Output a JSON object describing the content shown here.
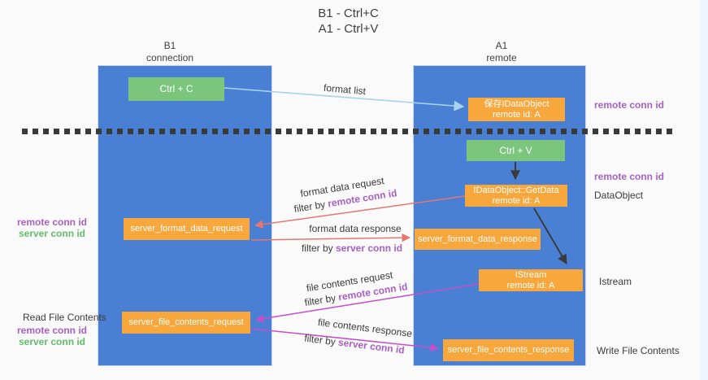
{
  "title": {
    "line1": "B1 - Ctrl+C",
    "line2": "A1 - Ctrl+V"
  },
  "lanes": {
    "left": {
      "name": "B1",
      "role": "connection"
    },
    "right": {
      "name": "A1",
      "role": "remote"
    }
  },
  "nodes": {
    "ctrl_c": {
      "label": "Ctrl + C"
    },
    "save_idataobject": {
      "line1": "保存IDataObject",
      "line2": "remote id: A"
    },
    "ctrl_v": {
      "label": "Ctrl + V"
    },
    "getdata": {
      "line1": "IDataObject::GetData",
      "line2": "remote id: A"
    },
    "format_request": {
      "label": "server_format_data_request"
    },
    "format_response": {
      "label": "server_format_data_response"
    },
    "istream": {
      "line1": "IStream",
      "line2": "remote id: A"
    },
    "file_request": {
      "label": "server_file_contents_request"
    },
    "file_response": {
      "label": "server_file_contents_response"
    }
  },
  "arrow_labels": {
    "format_list": "format list",
    "format_data_request": "format data request",
    "format_data_response": "format data response",
    "file_contents_request": "file contents request",
    "file_contents_response": "file contents response",
    "filter_by": "filter by ",
    "remote_conn_id": "remote conn id",
    "server_conn_id": "server conn id"
  },
  "side_labels": {
    "remote_conn_id": "remote conn id",
    "server_conn_id": "server conn id",
    "dataobject": "DataObject",
    "istream": "Istream",
    "read_file_contents": "Read File Contents",
    "write_file_contents": "Write File Contents"
  },
  "colors": {
    "lane_blue": "#4a80d4",
    "node_orange": "#f7a73c",
    "node_green": "#7cc57c",
    "arrow_red": "#e77672",
    "arrow_magenta": "#c44fc8",
    "arrow_light_blue": "#a9d2ee",
    "arrow_black": "#3a3a3a",
    "text_purple": "#a95fc4",
    "text_green": "#62bd6a",
    "text_dark": "#3b3b3b"
  }
}
